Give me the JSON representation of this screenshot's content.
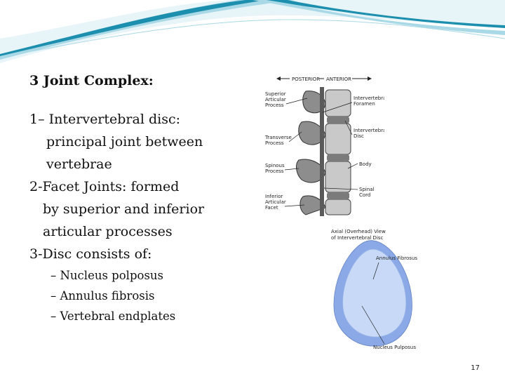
{
  "title": "3 Joint Complex:",
  "items": [
    {
      "lines": [
        "1– Intervertebral disc:",
        "principal joint between",
        "vertebrae"
      ]
    },
    {
      "lines": [
        "2-Facet Joints: formed",
        "by superior and inferior",
        "articular processes"
      ]
    },
    {
      "lines": [
        "3-Disc consists of:"
      ]
    }
  ],
  "sub_items": [
    "– Nucleus polposus",
    "– Annulus fibrosis",
    "– Vertebral endplates"
  ],
  "spine_figure": {
    "header_posterior": "POSTERIOR",
    "header_anterior": "ANTERIOR",
    "left_labels": [
      [
        "Superior",
        "Articular",
        "Process"
      ],
      [
        "Transverse",
        "Process"
      ],
      [
        "Spinous",
        "Process"
      ],
      [
        "Inferior",
        "Articular",
        "Facet"
      ]
    ],
    "right_labels": [
      [
        "Intervertebral",
        "Foramen"
      ],
      [
        "Intervertebral",
        "Disc"
      ],
      [
        "Body"
      ],
      [
        "Spinal",
        "Cord"
      ]
    ]
  },
  "disc_figure": {
    "caption_lines": [
      "Axial (Overhead) View",
      "of Intervertebral Disc"
    ],
    "label_annulus": "Annulus Fibrosus",
    "label_nucleus": "Nucleus Pulposus"
  },
  "page_number": "17",
  "colors": {
    "wave_dark": "#1d8fae",
    "wave_light": "#a9d8e6",
    "disc_outer": "#8aa9e6",
    "disc_inner": "#c7d9f7"
  }
}
